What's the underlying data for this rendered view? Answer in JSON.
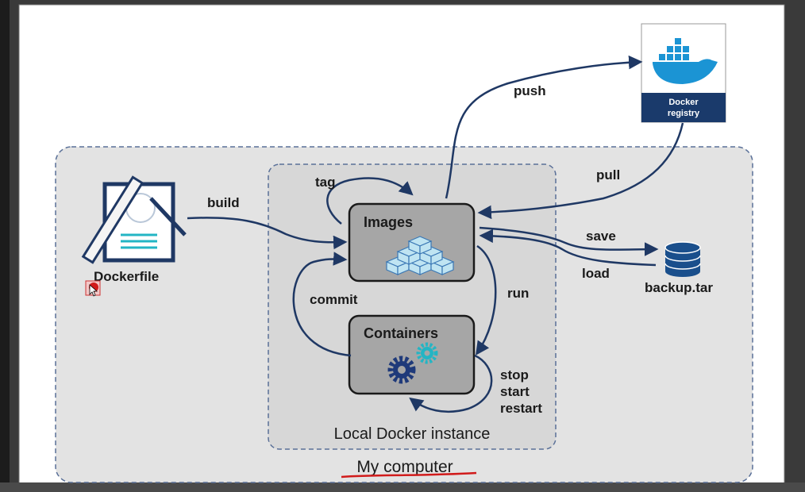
{
  "diagram": {
    "my_computer_label": "My computer",
    "local_instance_label": "Local Docker instance",
    "images_label": "Images",
    "containers_label": "Containers",
    "dockerfile_label": "Dockerfile",
    "backup_label": "backup.tar",
    "registry_label_line1": "Docker",
    "registry_label_line2": "registry",
    "edges": {
      "push": "push",
      "pull": "pull",
      "tag": "tag",
      "build": "build",
      "save": "save",
      "load": "load",
      "run": "run",
      "commit": "commit",
      "stop": "stop",
      "start": "start",
      "restart": "restart"
    }
  },
  "colors": {
    "arrow": "#1f3864",
    "registry_box": "#1a3a6b",
    "accent_teal": "#23b5c4",
    "node_fill": "#a6a6a6",
    "container_bg": "#e3e3e3",
    "annotation_red": "#d11b1b"
  }
}
